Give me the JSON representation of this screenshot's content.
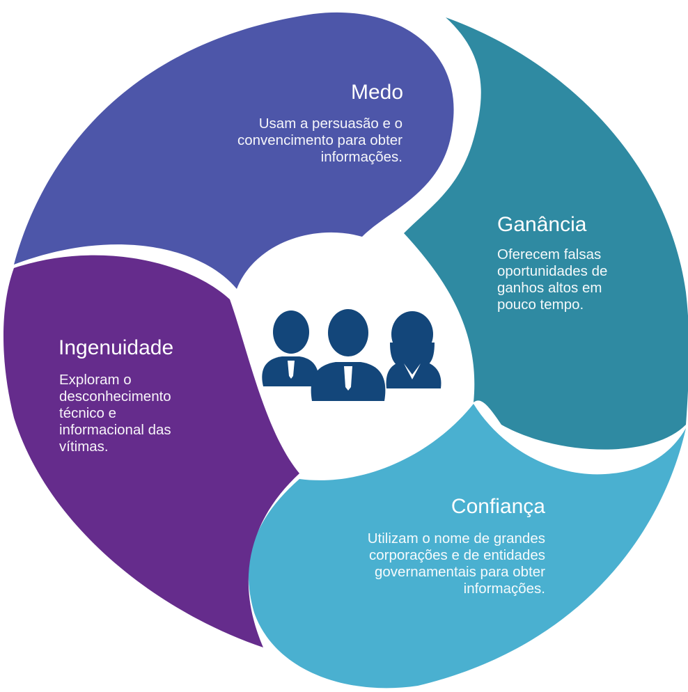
{
  "colors": {
    "medo": "#4d56a9",
    "ganancia": "#2f8aa2",
    "confianca": "#4ab0d0",
    "ingenuidade": "#652c8c",
    "center_icon": "#13467a",
    "background": "#ffffff"
  },
  "center": {
    "icon": "people-group-icon"
  },
  "segments": {
    "medo": {
      "title": "Medo",
      "lines": [
        "Usam a persuasão e o",
        "convencimento para obter",
        "informações."
      ]
    },
    "ganancia": {
      "title": "Ganância",
      "lines": [
        "Oferecem falsas",
        "oportunidades de",
        "ganhos altos em",
        "pouco tempo."
      ]
    },
    "confianca": {
      "title": "Confiança",
      "lines": [
        "Utilizam o nome de grandes",
        "corporações e de entidades",
        "governamentais para obter",
        "informações."
      ]
    },
    "ingenuidade": {
      "title": "Ingenuidade",
      "lines": [
        "Exploram o",
        "desconhecimento",
        "técnico e",
        "informacional das",
        "vítimas."
      ]
    }
  }
}
